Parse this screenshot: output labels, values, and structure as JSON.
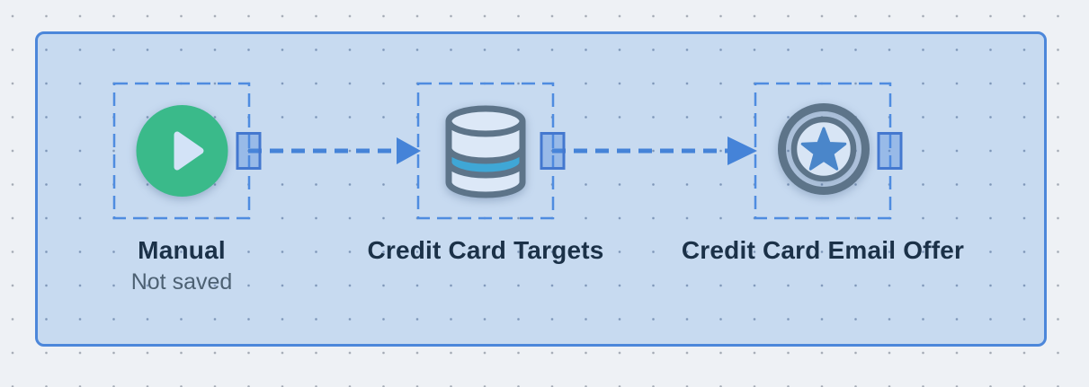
{
  "canvas": {
    "type": "flow-editor-canvas",
    "page_background_color": "#eef1f5",
    "fill_color": "#c7daf0",
    "border_color": "#4c87da",
    "grid": "dotted"
  },
  "colors": {
    "connector_blue": "#4583d8",
    "selection_dash_blue": "#4f8ce0",
    "handle_fill": "#9dbfe9",
    "handle_border": "#4478cf",
    "trigger_green": "#3aba8a",
    "icon_slate": "#5d7489",
    "icon_light_fill": "#dce8f7",
    "database_band_cyan": "#3fa7d6",
    "star_blue": "#4a86ca",
    "label_text": "#1b3148",
    "sublabel_text": "#4d6173"
  },
  "nodes": [
    {
      "id": "manual",
      "label": "Manual",
      "sublabel": "Not saved",
      "icon": "play-icon",
      "selected": true,
      "has_output_handle": true
    },
    {
      "id": "credit-card-targets",
      "label": "Credit Card Targets",
      "icon": "database-icon",
      "selected": true,
      "has_output_handle": true
    },
    {
      "id": "credit-card-email-offer",
      "label": "Credit Card Email Offer",
      "icon": "target-star-icon",
      "selected": true,
      "has_output_handle": true
    }
  ],
  "connectors": [
    {
      "from": "manual",
      "to": "credit-card-targets",
      "style": "dashed-arrow"
    },
    {
      "from": "credit-card-targets",
      "to": "credit-card-email-offer",
      "style": "dashed-arrow"
    }
  ]
}
